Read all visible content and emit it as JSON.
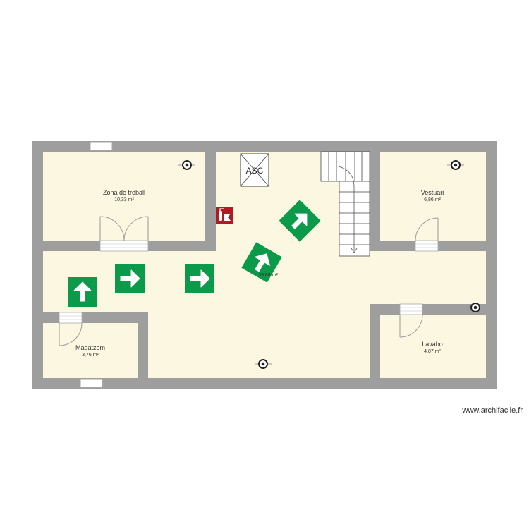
{
  "rooms": {
    "zona_treball": {
      "name": "Zona de treball",
      "area": "10,33 m²"
    },
    "vestuari": {
      "name": "Vestuari",
      "area": "6,86 m²"
    },
    "central": {
      "area": "39,88 m²"
    },
    "magatzem": {
      "name": "Magatzem",
      "area": "3,76 m²"
    },
    "lavabo": {
      "name": "Lavabo",
      "area": "4,87 m²"
    }
  },
  "elevator": {
    "label": "ASC"
  },
  "watermark": "www.archifacile.fr",
  "colors": {
    "wall": "#9e9e9e",
    "floor": "#fcf7e1",
    "exit_sign": "#0a9a4a",
    "extinguisher": "#b01a22"
  },
  "icons": [
    "smoke-detector-icon",
    "fire-extinguisher-icon",
    "emergency-exit-arrow-icon",
    "elevator-icon",
    "stairs-icon"
  ]
}
